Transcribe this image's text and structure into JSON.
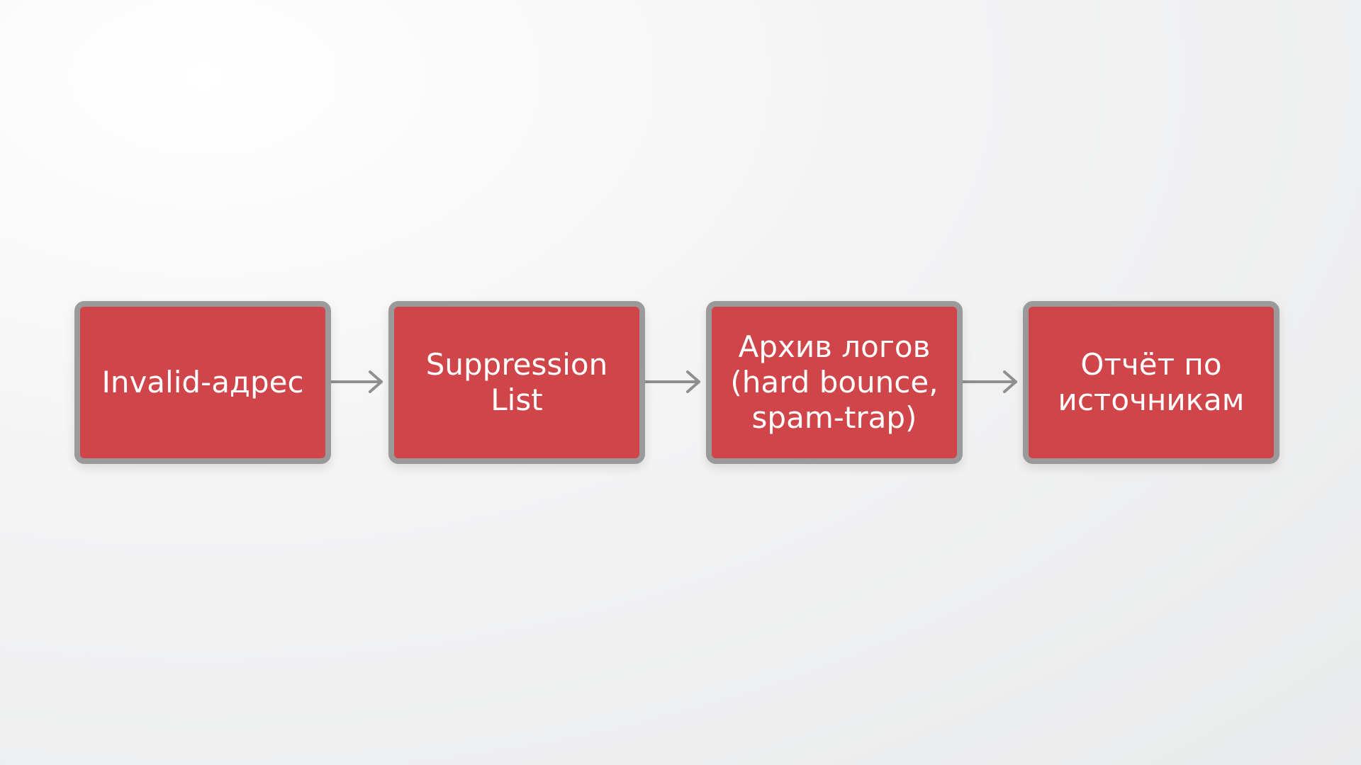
{
  "diagram": {
    "nodes": [
      {
        "id": "invalid",
        "label": "Invalid-адрес"
      },
      {
        "id": "suppression",
        "label": "Suppression\nList"
      },
      {
        "id": "archive",
        "label": "Архив логов\n(hard bounce,\nspam-trap)"
      },
      {
        "id": "report",
        "label": "Отчёт по\nисточникам"
      }
    ],
    "edges": [
      {
        "from": "invalid",
        "to": "suppression"
      },
      {
        "from": "suppression",
        "to": "archive"
      },
      {
        "from": "archive",
        "to": "report"
      }
    ],
    "colors": {
      "node_fill": "#cf4549",
      "node_border": "#9a9a9a",
      "arrow": "#8f8f8f",
      "text": "#ffffff"
    }
  }
}
